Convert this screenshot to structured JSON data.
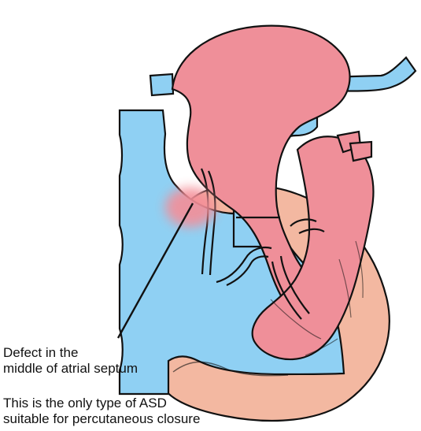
{
  "annotation": {
    "defect_lines": [
      "Defect in the",
      "middle of atrial septum"
    ],
    "note_lines": [
      "This is the only type of ASD",
      "suitable for percutaneous closure"
    ]
  },
  "colors": {
    "oxygenated": "#ef8f99",
    "deoxygenated": "#8fd0f3",
    "wall": "#f3b8a1",
    "outline": "#111111",
    "defect_glow": "#f48e98"
  }
}
